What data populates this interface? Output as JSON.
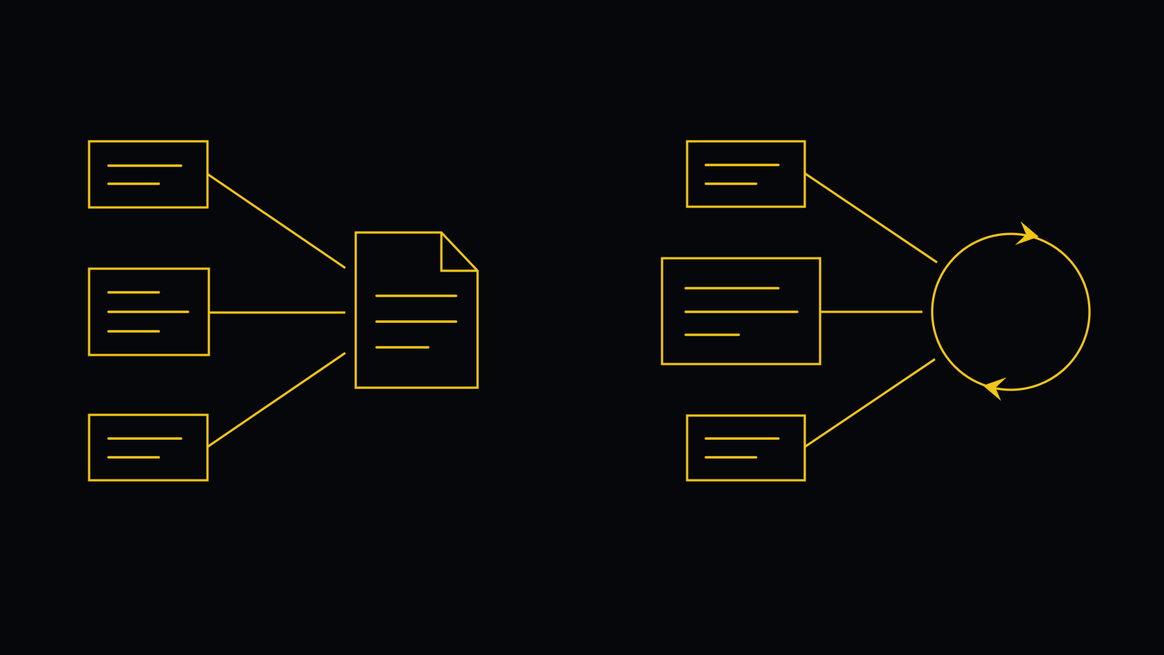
{
  "colors": {
    "background": "#06070b",
    "accent": "#f2c518"
  },
  "diagrams": [
    {
      "name": "merge-into-document",
      "inputs": 3,
      "target_icon": "document-icon"
    },
    {
      "name": "merge-into-cycle",
      "inputs": 3,
      "target_icon": "refresh-cycle-icon"
    }
  ]
}
